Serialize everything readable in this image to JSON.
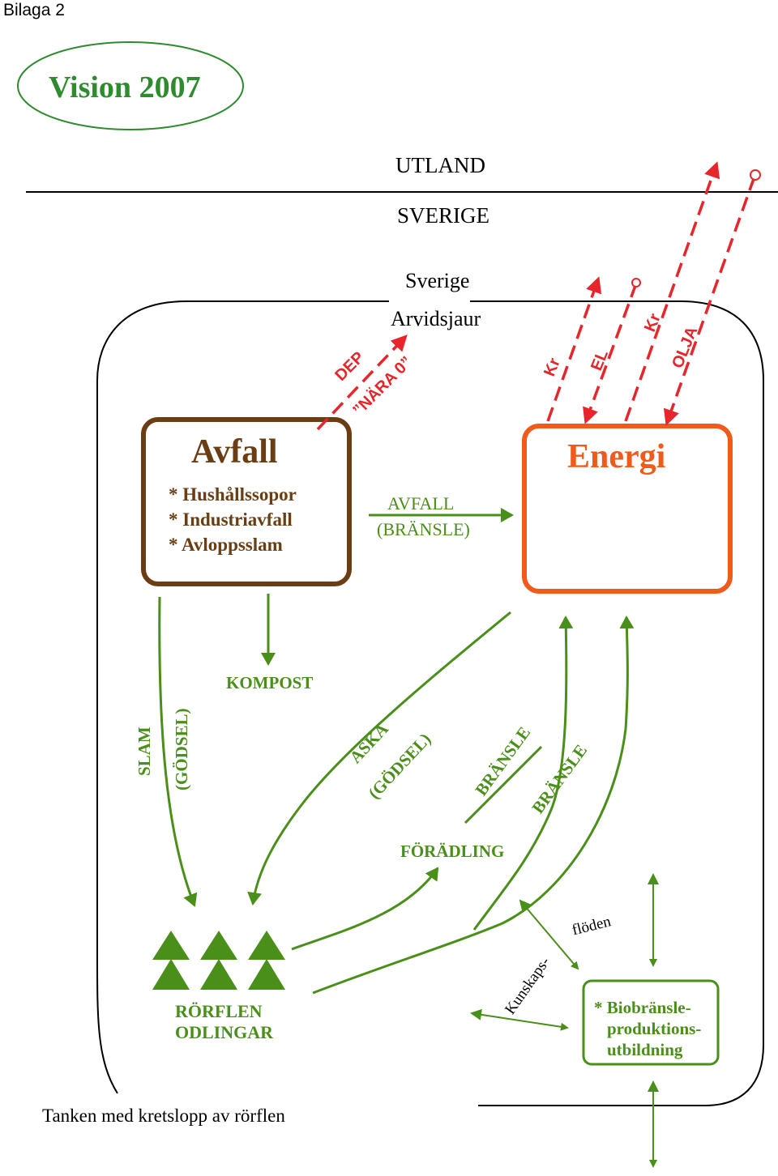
{
  "header": {
    "attachment": "Bilaga 2",
    "vision": "Vision 2007"
  },
  "regions": {
    "abroad": "UTLAND",
    "sweden": "SVERIGE",
    "sverige": "Sverige",
    "arvidsjaur": "Arvidsjaur"
  },
  "waste_box": {
    "title": "Avfall",
    "items": [
      "* Hushållssopor",
      "* Industriavfall",
      "* Avloppsslam"
    ]
  },
  "energy_box": {
    "title": "Energi"
  },
  "flows": {
    "waste_fuel_1": "AVFALL",
    "waste_fuel_2": "(BRÄNSLE)",
    "dep": "DEP",
    "near_zero": "”NÄRA 0”",
    "kr_left": "Kr",
    "el": "EL",
    "kr_right": "Kr",
    "olja": "OLJA",
    "compost": "KOMPOST",
    "slam": "SLAM",
    "godsel_left": "(GÖDSEL)",
    "aska": "ASKA",
    "godsel_mid": "(GÖDSEL)",
    "bransle_1": "BRÄNSLE",
    "bransle_2": "BRÄNSLE",
    "foradling": "FÖRÄDLING",
    "kunskaps": "Kunskaps-",
    "floden": "flöden"
  },
  "rorflen": {
    "line1": "RÖRFLEN",
    "line2": "ODLINGAR"
  },
  "bio_box": {
    "lines": [
      "* Biobränsle-",
      "produktions-",
      "utbildning"
    ]
  },
  "footer": "Tanken med kretslopp av rörflen",
  "colors": {
    "green": "#4a8f19",
    "brown": "#6a3d12",
    "orange": "#f05a1a",
    "red": "#e6262b"
  }
}
